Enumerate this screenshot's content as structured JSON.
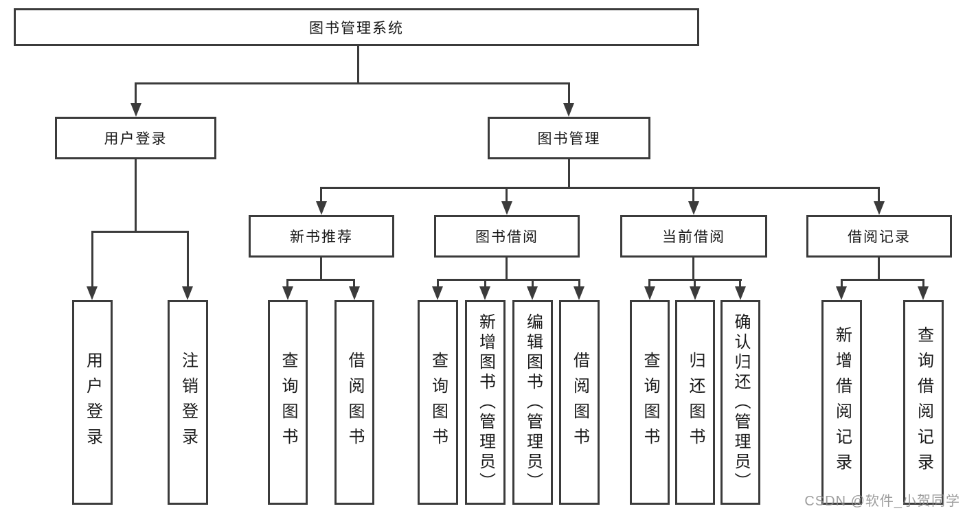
{
  "diagram": {
    "root": {
      "label": "图书管理系统"
    },
    "branches": [
      {
        "label": "用户登录",
        "children": [
          {
            "label": "用户登录"
          },
          {
            "label": "注销登录"
          }
        ]
      },
      {
        "label": "图书管理",
        "children": [
          {
            "label": "新书推荐",
            "children": [
              {
                "label": "查询图书"
              },
              {
                "label": "借阅图书"
              }
            ]
          },
          {
            "label": "图书借阅",
            "children": [
              {
                "label": "查询图书"
              },
              {
                "label": "新增图书（管理员）"
              },
              {
                "label": "编辑图书（管理员）"
              },
              {
                "label": "借阅图书"
              }
            ]
          },
          {
            "label": "当前借阅",
            "children": [
              {
                "label": "查询图书"
              },
              {
                "label": "归还图书"
              },
              {
                "label": "确认归还（管理员）"
              }
            ]
          },
          {
            "label": "借阅记录",
            "children": [
              {
                "label": "新增借阅记录"
              },
              {
                "label": "查询借阅记录"
              }
            ]
          }
        ]
      }
    ]
  },
  "watermark": "CSDN @软件_小贺同学",
  "colors": {
    "line": "#3b3b3b",
    "text": "#1a1a1a",
    "watermark": "#8c8c8c",
    "background": "#ffffff"
  }
}
